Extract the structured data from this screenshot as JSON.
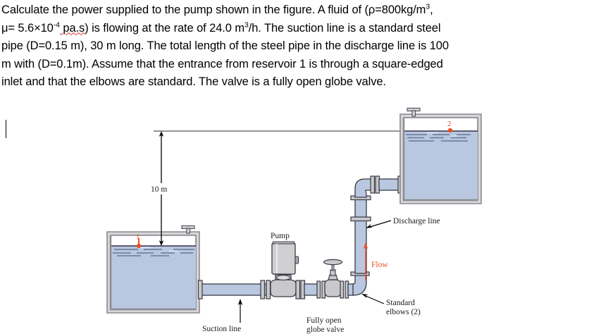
{
  "problem": {
    "segments": [
      {
        "t": "Calculate the power supplied to the pump shown in the figure. A fluid of (ρ=800kg/m",
        "s": "plain"
      },
      {
        "t": "3",
        "s": "sup"
      },
      {
        "t": ",\nμ= 5.6×10",
        "s": "plain"
      },
      {
        "t": "-4",
        "s": "sup"
      },
      {
        "t": " pa.s",
        "s": "squiggle"
      },
      {
        "t": ") is flowing at the rate of 24.0 m",
        "s": "plain"
      },
      {
        "t": "3",
        "s": "sup"
      },
      {
        "t": "/h. The suction line is a standard steel\npipe (D=0.15 m), 30 m long. The total length of the steel pipe in the discharge line is 100\nm with (D=0.1m). Assume that the entrance from reservoir 1 is through a square-edged\ninlet and that the elbows are standard. The valve is a fully open globe valve.",
        "s": "plain"
      }
    ],
    "plain_text": "Calculate the power supplied to the pump shown in the figure. A fluid of (ρ=800kg/m3, μ= 5.6×10-4 pa.s) is flowing at the rate of 24.0 m3/h. The suction line is a standard steel pipe (D=0.15 m), 30 m long. The total length of the steel pipe in the discharge line is 100 m with (D=0.1m). Assume that the entrance from reservoir 1 is through a square-edged inlet and that the elbows are standard. The valve is a fully open globe valve."
  },
  "figure": {
    "height_label": "10 m",
    "pump_label": "Pump",
    "suction_line_label": "Suction line",
    "valve_label_line1": "Fully open",
    "valve_label_line2": "globe valve",
    "discharge_line_label": "Discharge line",
    "flow_label": "Flow",
    "elbows_label_line1": "Standard",
    "elbows_label_line2": "elbows (2)",
    "point1_label": "1",
    "point2_label": "2"
  },
  "colors": {
    "water_fill": "#b9c8e0",
    "pipe_fill": "#b9c8e0",
    "metal_fill": "#c9c9cc",
    "wall_gray": "#8a8a8f",
    "wall_light": "#d6d6d8",
    "outline": "#3a3a45",
    "accent_red": "#f04a26",
    "text": "#1a1a1a",
    "background": "#ffffff"
  }
}
